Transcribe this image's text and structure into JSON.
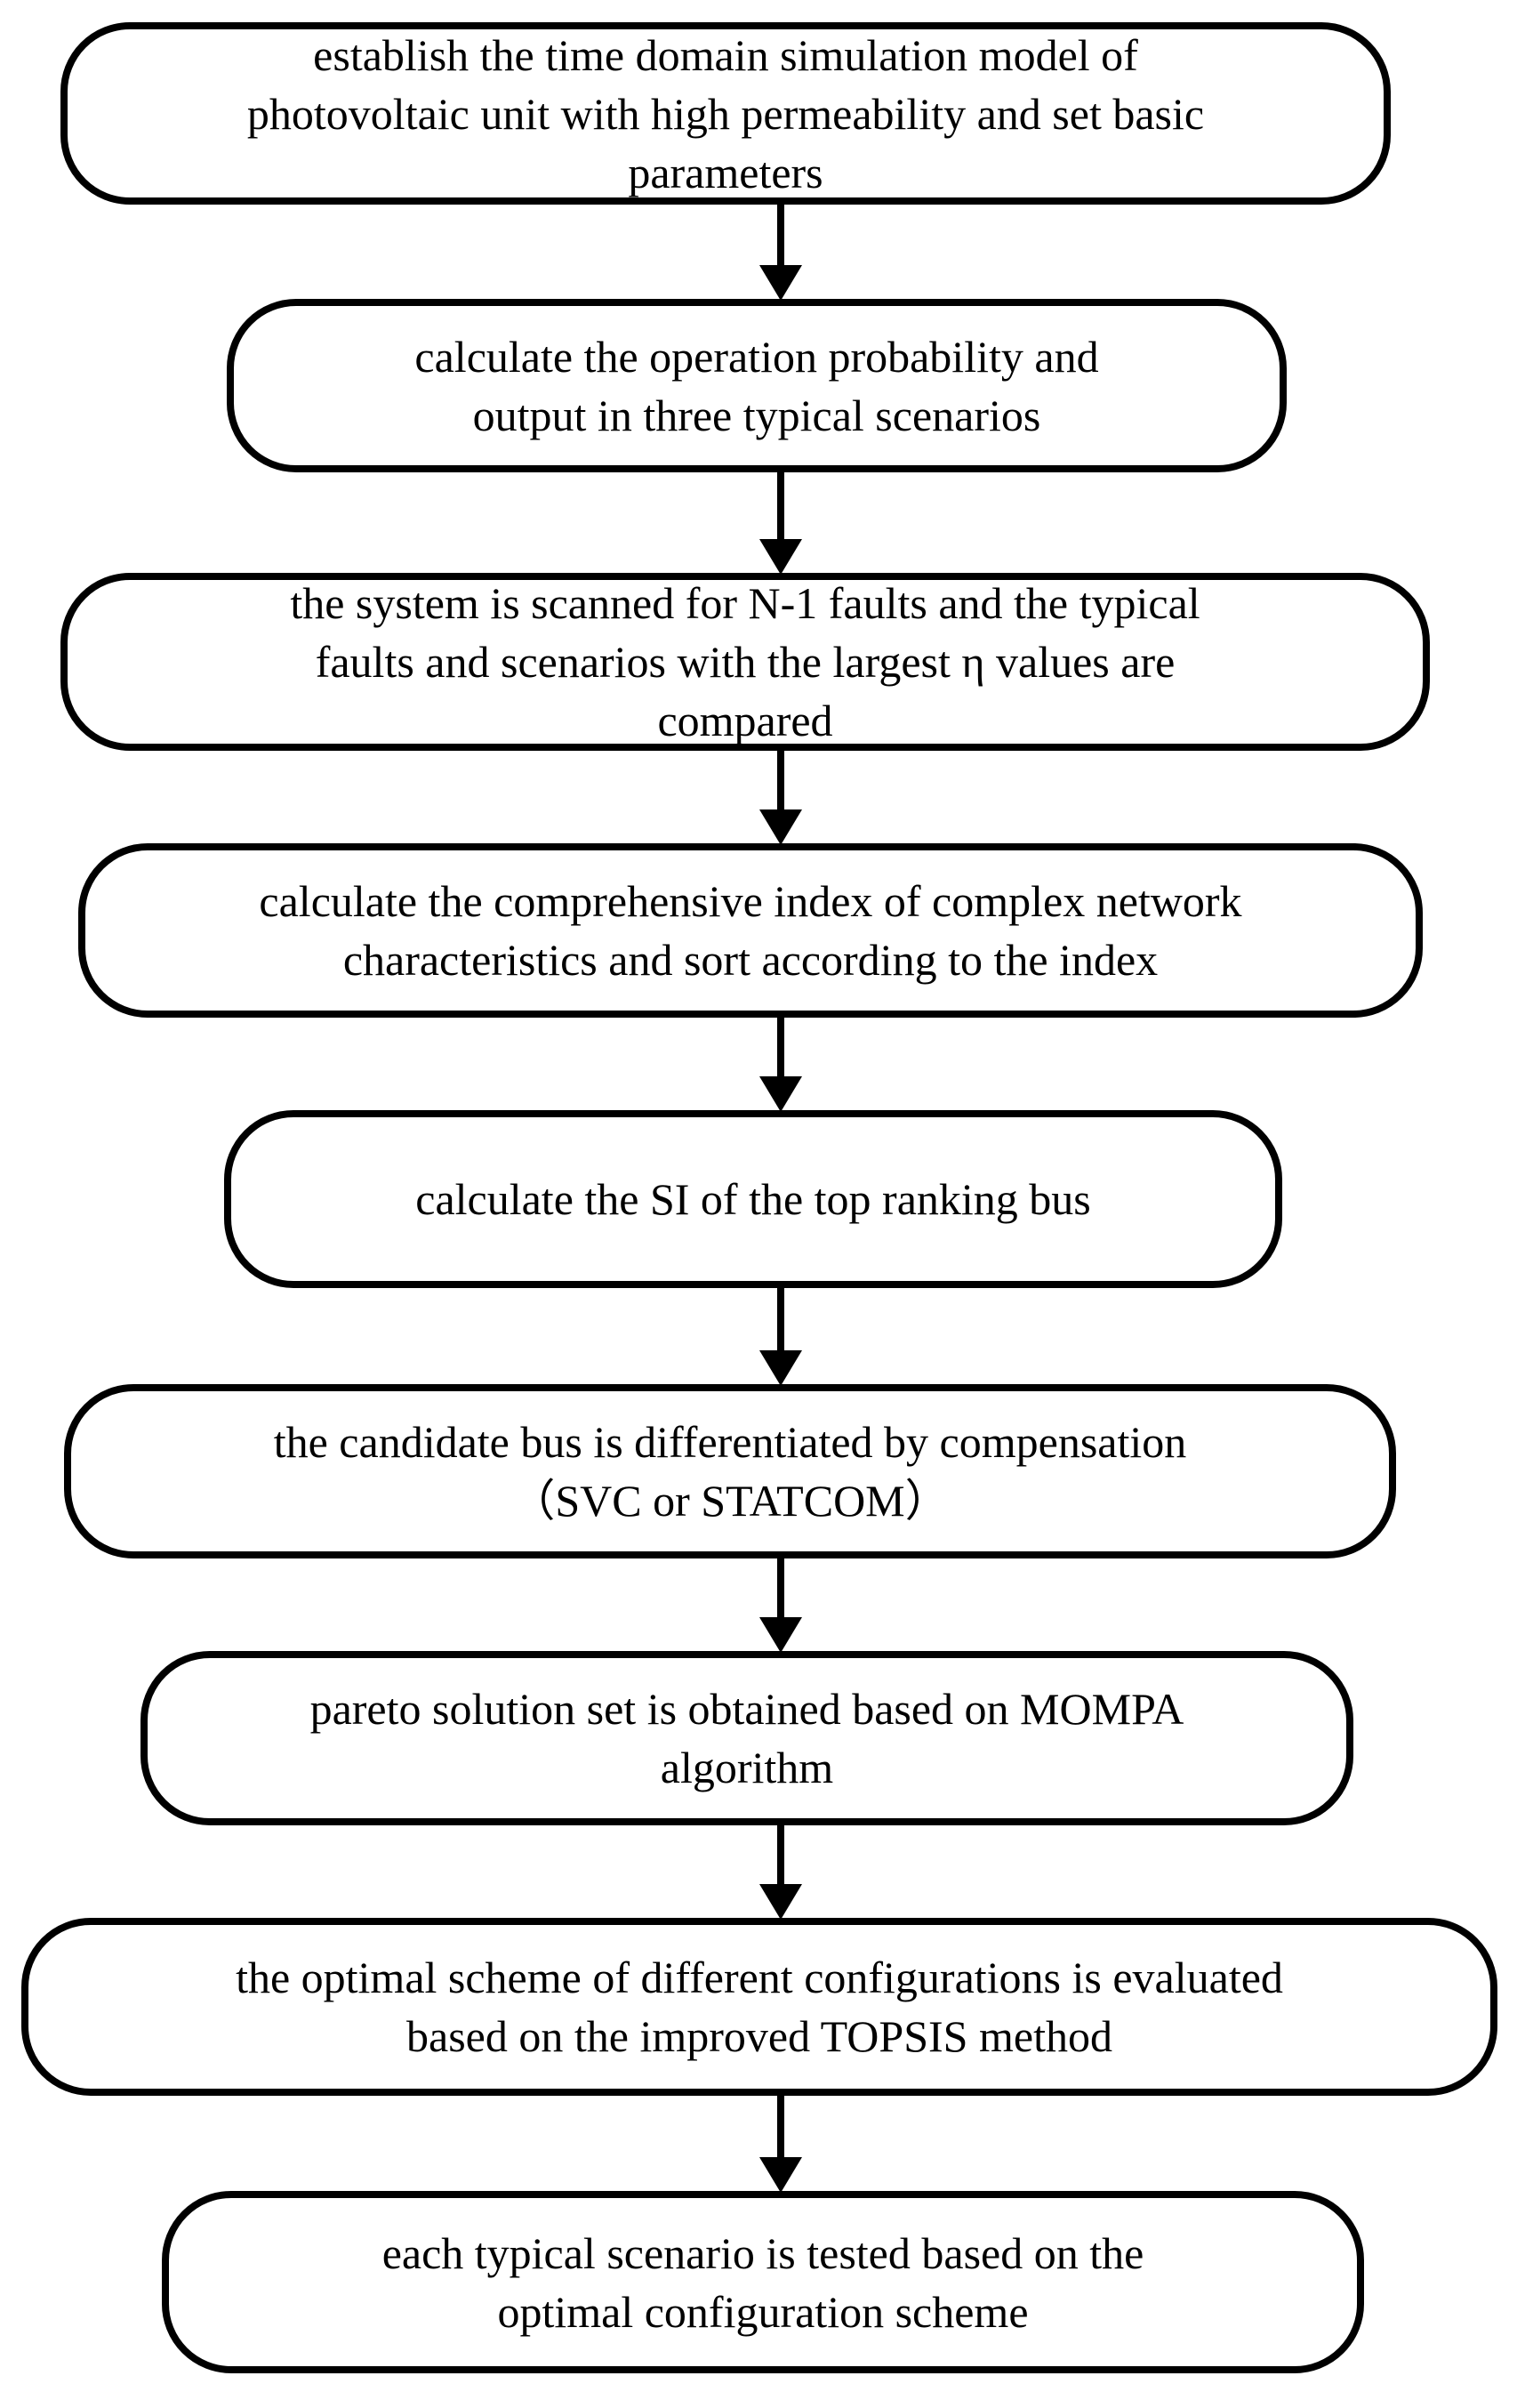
{
  "page": {
    "background_color": "#ffffff",
    "stroke_color": "#000000",
    "text_color": "#000000"
  },
  "flowchart": {
    "type": "vertical-flowchart",
    "node_shape": "rounded-rectangle",
    "connector_style": "straight-arrow-down",
    "steps": [
      {
        "lines": [
          "establish the time domain simulation model of",
          "photovoltaic unit with high permeability and set basic",
          "parameters"
        ]
      },
      {
        "lines": [
          "calculate the operation probability and",
          "output in three typical scenarios"
        ]
      },
      {
        "lines": [
          "the system is scanned for N-1 faults and the typical",
          "faults and scenarios with the largest η values are",
          "compared"
        ]
      },
      {
        "lines": [
          "calculate the comprehensive index of complex network",
          "characteristics and sort according to the index"
        ]
      },
      {
        "lines": [
          "calculate the SI of the top ranking bus"
        ]
      },
      {
        "lines": [
          "the candidate bus is differentiated by compensation",
          "（SVC or STATCOM）"
        ]
      },
      {
        "lines": [
          "pareto solution set is obtained based on MOMPA",
          "algorithm"
        ]
      },
      {
        "lines": [
          "the optimal scheme of different configurations is evaluated",
          "based on the improved TOPSIS method"
        ]
      },
      {
        "lines": [
          "each typical scenario is tested based on the",
          "optimal configuration scheme"
        ]
      }
    ]
  }
}
